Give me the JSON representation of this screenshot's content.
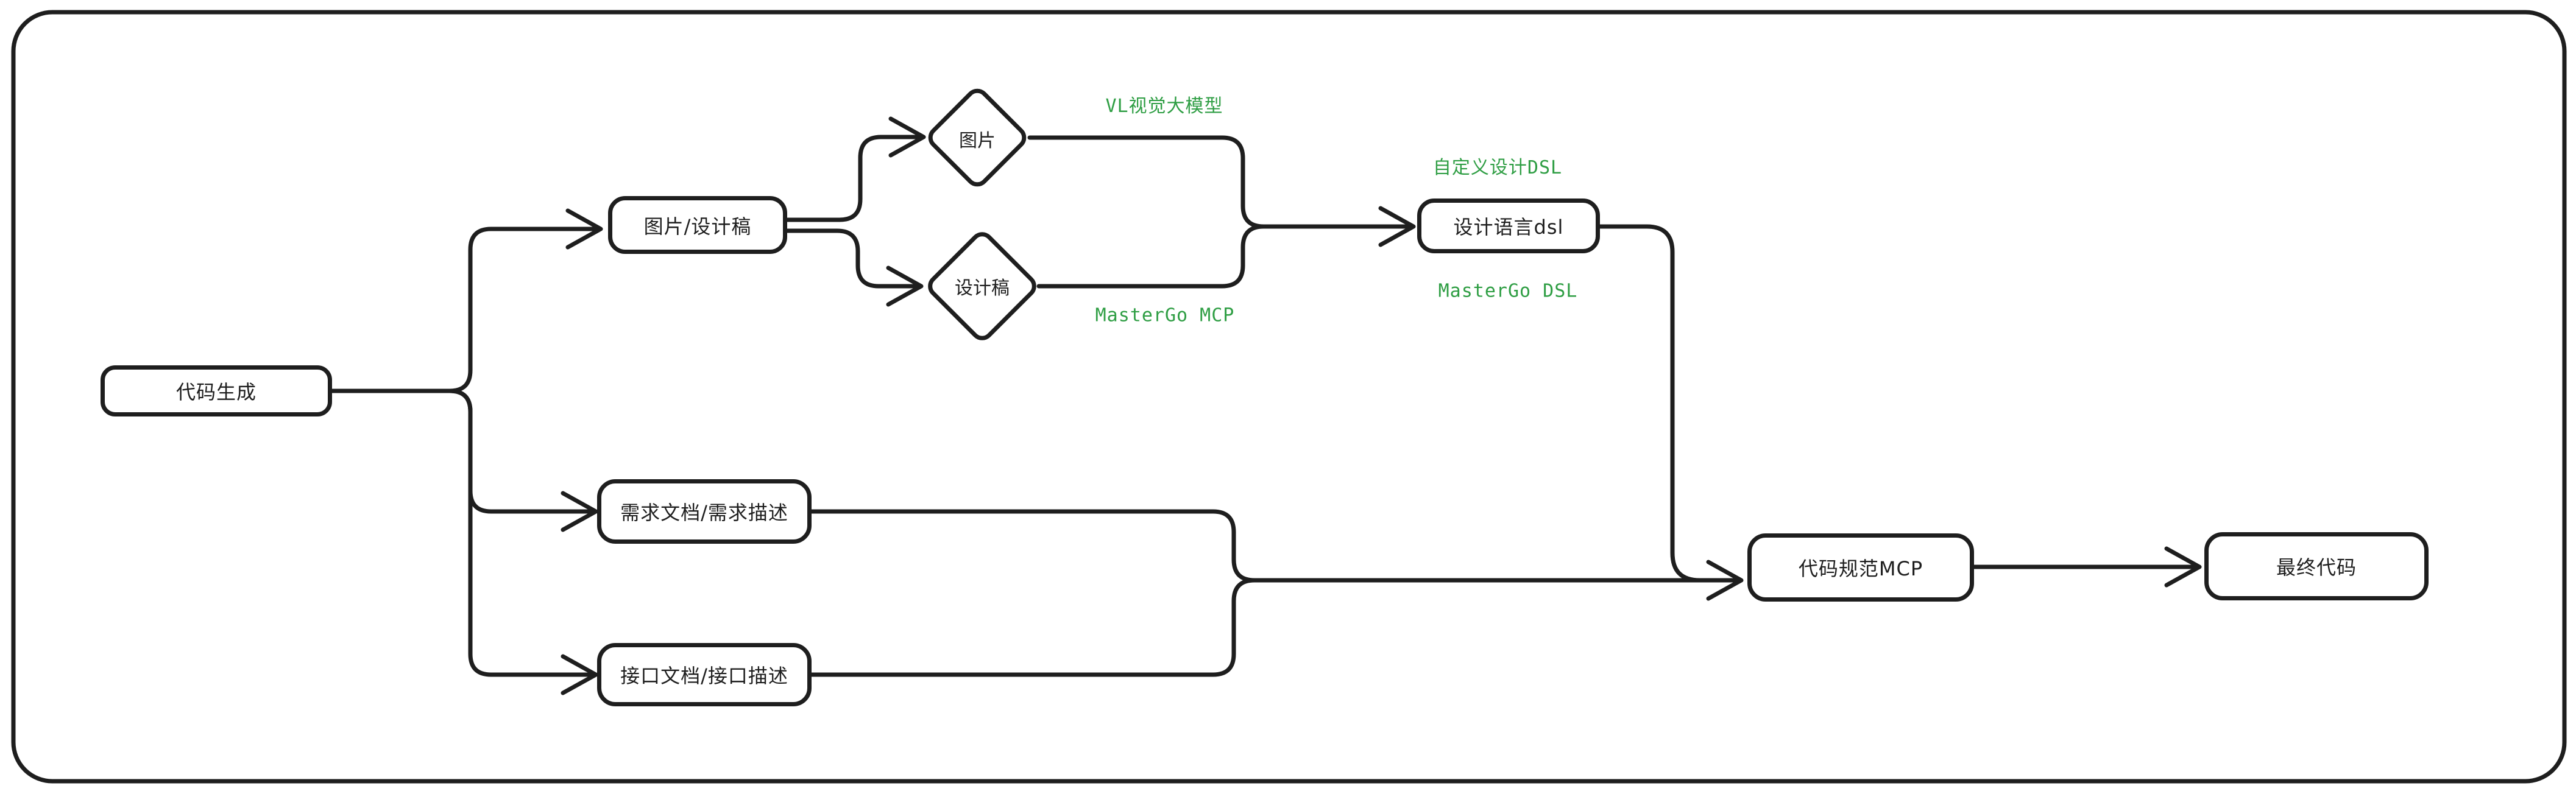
{
  "diagram": {
    "type": "flowchart",
    "colors": {
      "stroke": "#1e1e1e",
      "annotation_green": "#2f9e44",
      "background": "#ffffff"
    },
    "nodes": {
      "code_generation": "代码生成",
      "image_design_draft": "图片/设计稿",
      "image": "图片",
      "design_draft": "设计稿",
      "design_language_dsl": "设计语言dsl",
      "requirement_doc": "需求文档/需求描述",
      "api_doc": "接口文档/接口描述",
      "code_standard_mcp": "代码规范MCP",
      "final_code": "最终代码"
    },
    "annotations": {
      "vl_model": "VL视觉大模型",
      "mastergo_mcp": "MasterGo MCP",
      "custom_design_dsl": "自定义设计DSL",
      "mastergo_dsl": "MasterGo DSL"
    },
    "edges": [
      {
        "from": "code_generation",
        "to": "image_design_draft"
      },
      {
        "from": "code_generation",
        "to": "requirement_doc"
      },
      {
        "from": "code_generation",
        "to": "api_doc"
      },
      {
        "from": "image_design_draft",
        "to": "image"
      },
      {
        "from": "image_design_draft",
        "to": "design_draft"
      },
      {
        "from": "image",
        "to": "design_language_dsl",
        "label": "VL视觉大模型"
      },
      {
        "from": "design_draft",
        "to": "design_language_dsl",
        "label": "MasterGo MCP"
      },
      {
        "from": "design_language_dsl",
        "to": "code_standard_mcp"
      },
      {
        "from": "requirement_doc",
        "to": "code_standard_mcp"
      },
      {
        "from": "api_doc",
        "to": "code_standard_mcp"
      },
      {
        "from": "code_standard_mcp",
        "to": "final_code"
      }
    ]
  }
}
